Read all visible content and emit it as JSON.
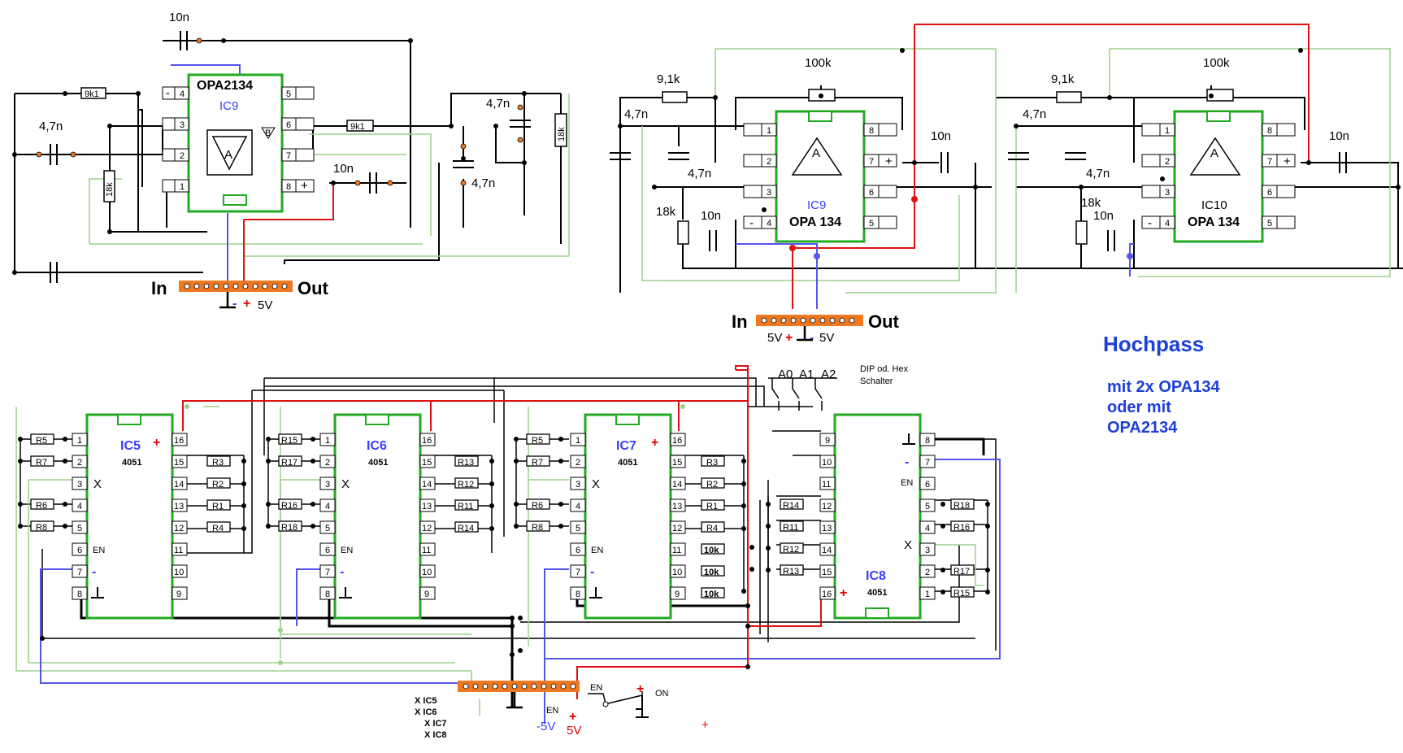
{
  "colors": {
    "ic_border": "#22aa22",
    "wire": "#000000",
    "wire_green": "#9bd08a",
    "wire_blue": "#5555ee",
    "wire_red": "#e01010",
    "connector": "#f07820",
    "title": "#1d3fd6"
  },
  "title": {
    "main": "Hochpass",
    "line1": "mit 2x  OPA134",
    "line2": "oder mit",
    "line3": "OPA2134"
  },
  "circuit_a": {
    "ic_name": "OPA2134",
    "ic_ref": "IC9",
    "amp_label": "A",
    "amp_b": "B",
    "pins_left": [
      "4",
      "3",
      "2",
      "1"
    ],
    "pins_right": [
      "5",
      "6",
      "7",
      "8"
    ],
    "minus": "-",
    "plus": "+",
    "r1": "9k1",
    "r2": "18k",
    "r3": "9k1",
    "r4": "18k",
    "c1": "10n",
    "c2": "4,7n",
    "c3": "10n",
    "c4": "4,7n",
    "c5": "4,7n",
    "in": "In",
    "out": "Out",
    "supply_minus": "-",
    "supply_plus": "+",
    "supply_v": "5V"
  },
  "circuit_b": {
    "ic1_ref": "IC9",
    "ic1_name": "OPA 134",
    "ic2_ref": "IC10",
    "ic2_name": "OPA 134",
    "amp_label": "A",
    "pins_left": [
      "1",
      "2",
      "3",
      "4"
    ],
    "pins_right": [
      "8",
      "7",
      "6",
      "5"
    ],
    "pot1": "100k",
    "pot2": "100k",
    "r_a1": "9,1k",
    "r_a2": "9,1k",
    "c_a1": "4,7n",
    "c_a2": "4,7n",
    "c_a3": "4,7n",
    "c_a4": "4,7n",
    "r_b1": "18k",
    "r_b2": "18k",
    "c_b1": "10n",
    "c_b2": "10n",
    "c_out1": "10n",
    "c_out2": "10n",
    "in": "In",
    "out": "Out",
    "v_left": "5V",
    "v_right": "5V",
    "plus": "+",
    "minus": "-"
  },
  "circuit_c": {
    "ic5": {
      "ref": "IC5",
      "type": "4051"
    },
    "ic6": {
      "ref": "IC6",
      "type": "4051"
    },
    "ic7": {
      "ref": "IC7",
      "type": "4051"
    },
    "ic8": {
      "ref": "IC8",
      "type": "4051"
    },
    "left_pins": [
      "1",
      "2",
      "3",
      "4",
      "5",
      "6",
      "7",
      "8"
    ],
    "right_pins": [
      "16",
      "15",
      "14",
      "13",
      "12",
      "11",
      "10",
      "9"
    ],
    "ic8_left_pins": [
      "9",
      "10",
      "11",
      "12",
      "13",
      "14",
      "15",
      "16"
    ],
    "ic8_right_pins": [
      "8",
      "7",
      "6",
      "5",
      "4",
      "3",
      "2",
      "1"
    ],
    "x_label": "X",
    "en_label": "EN",
    "ic5_left_res": [
      "R5",
      "R7",
      "R6",
      "R8"
    ],
    "ic5_right_res": [
      "R3",
      "R2",
      "R1",
      "R4"
    ],
    "ic6_left_res": [
      "R15",
      "R17",
      "R16",
      "R18"
    ],
    "ic6_right_res": [
      "R13",
      "R12",
      "R11",
      "R14"
    ],
    "ic7_left_res": [
      "R5",
      "R7",
      "R6",
      "R8"
    ],
    "ic7_right_res": [
      "R3",
      "R2",
      "R1",
      "R4"
    ],
    "ic7_extra_res": [
      "10k",
      "10k",
      "10k"
    ],
    "ic8_left_res": [
      "R14",
      "R11",
      "R12",
      "R13"
    ],
    "ic8_right_res": [
      "R18",
      "R16",
      "R17",
      "R15"
    ],
    "switch_labels": [
      "A0",
      "A1",
      "A2"
    ],
    "switch_note_1": "DIP od. Hex",
    "switch_note_2": "Schalter",
    "bottom_labels": [
      "X IC5",
      "X IC6",
      "X IC7",
      "X IC8"
    ],
    "en_bottom": "EN",
    "minus5v": "-5V",
    "plus5v": "5V",
    "plus": "+",
    "minus": "-",
    "en_switch": "EN",
    "on_switch": "ON",
    "stray_plus": "+"
  }
}
